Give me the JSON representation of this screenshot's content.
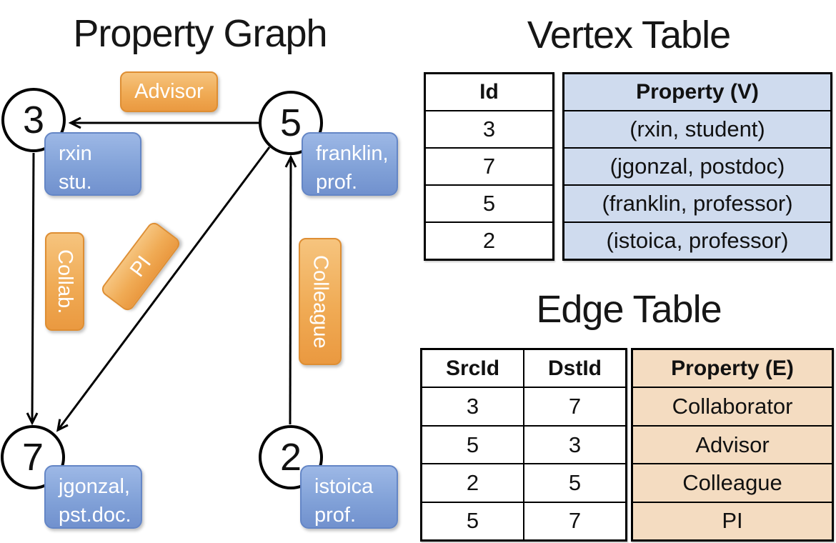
{
  "graph": {
    "title": "Property Graph",
    "nodes": [
      {
        "id": "3",
        "lines": [
          "rxin",
          "stu."
        ]
      },
      {
        "id": "5",
        "lines": [
          "franklin,",
          "prof."
        ]
      },
      {
        "id": "7",
        "lines": [
          "jgonzal,",
          "pst.doc."
        ]
      },
      {
        "id": "2",
        "lines": [
          "istoica",
          "prof."
        ]
      }
    ],
    "edge_labels": {
      "advisor": "Advisor",
      "collab": "Collab.",
      "pi": "PI",
      "colleague": "Colleague"
    }
  },
  "vertex_table": {
    "title": "Vertex Table",
    "columns": {
      "id": "Id",
      "property": "Property (V)"
    },
    "rows": [
      {
        "id": "3",
        "property": "(rxin, student)"
      },
      {
        "id": "7",
        "property": "(jgonzal, postdoc)"
      },
      {
        "id": "5",
        "property": "(franklin, professor)"
      },
      {
        "id": "2",
        "property": "(istoica, professor)"
      }
    ]
  },
  "edge_table": {
    "title": "Edge Table",
    "columns": {
      "src": "SrcId",
      "dst": "DstId",
      "property": "Property (E)"
    },
    "rows": [
      {
        "src": "3",
        "dst": "7",
        "property": "Collaborator"
      },
      {
        "src": "5",
        "dst": "3",
        "property": "Advisor"
      },
      {
        "src": "2",
        "dst": "5",
        "property": "Colleague"
      },
      {
        "src": "5",
        "dst": "7",
        "property": "PI"
      }
    ]
  },
  "colors": {
    "edge_label_fill": "#f0ab55",
    "edge_label_border": "#de8e33",
    "node_label_fill": "#82a2d8",
    "node_label_border": "#6486c6",
    "vertex_property_fill": "#cfdbee",
    "edge_property_fill": "#f4dcc1",
    "line": "#000000"
  }
}
